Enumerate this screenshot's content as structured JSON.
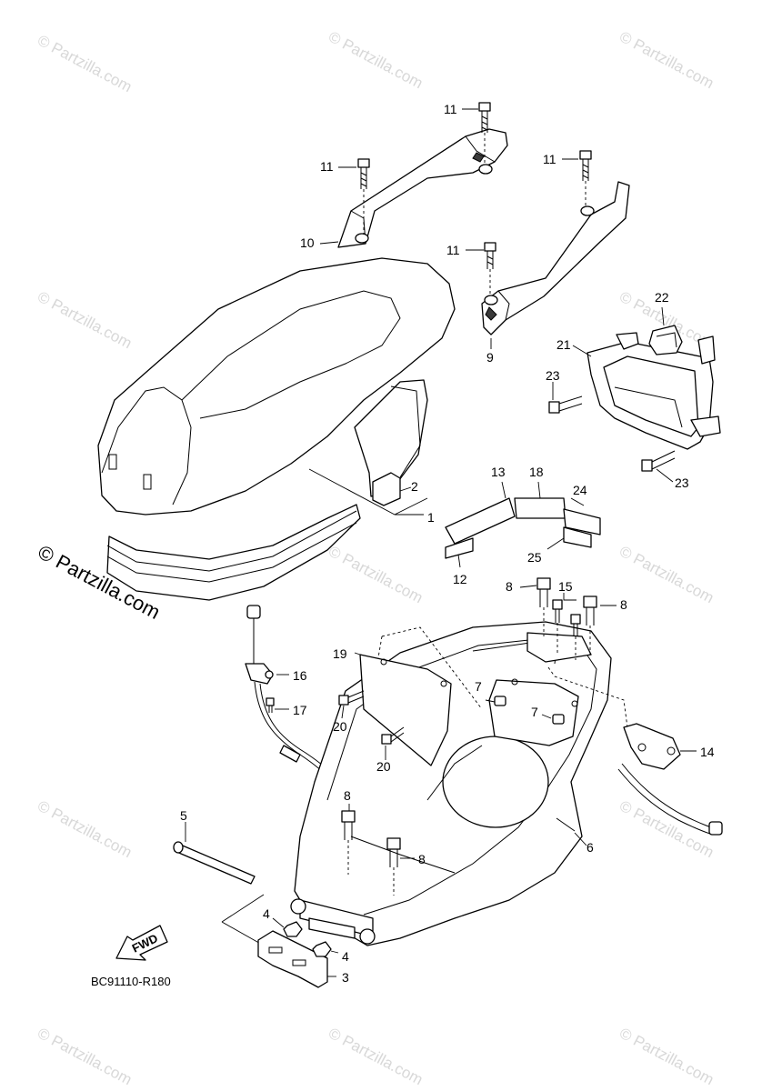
{
  "diagram_code": "BC91110-R180",
  "direction_label": "FWD",
  "watermark": {
    "small": "© Partzilla.com",
    "large": "© Partzilla.com"
  },
  "callouts": {
    "p1": "1",
    "p2": "2",
    "p3": "3",
    "p4a": "4",
    "p4b": "4",
    "p5": "5",
    "p6": "6",
    "p7a": "7",
    "p7b": "7",
    "p8a": "8",
    "p8b": "8",
    "p8c": "8",
    "p8d": "8",
    "p9": "9",
    "p10": "10",
    "p11a": "11",
    "p11b": "11",
    "p11c": "11",
    "p11d": "11",
    "p12": "12",
    "p13": "13",
    "p14": "14",
    "p15": "15",
    "p16": "16",
    "p17": "17",
    "p18": "18",
    "p19": "19",
    "p20a": "20",
    "p20b": "20",
    "p21": "21",
    "p22": "22",
    "p23a": "23",
    "p23b": "23",
    "p24": "24",
    "p25": "25"
  }
}
